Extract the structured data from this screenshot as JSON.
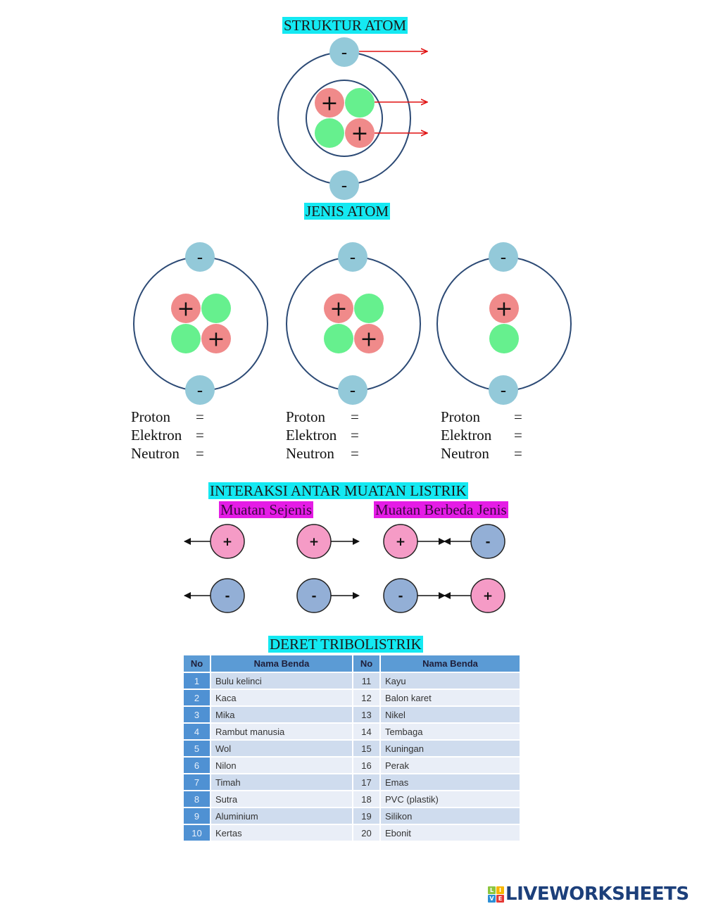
{
  "sections": {
    "structure_title": "STRUKTUR ATOM",
    "types_title": "JENIS ATOM",
    "interaction_title": "INTERAKSI ANTAR MUATAN LISTRIK",
    "same_charge_label": "Muatan Sejenis",
    "different_charge_label": "Muatan Berbeda Jenis",
    "tribo_title": "DERET TRIBOLISTRIK"
  },
  "symbols": {
    "plus": "+",
    "minus": "-"
  },
  "structure_atom": {
    "electrons": 2,
    "protons": 2,
    "neutrons": 2,
    "arrows": [
      "electron",
      "neutron",
      "proton"
    ]
  },
  "atom_types": [
    {
      "protons": 2,
      "neutrons": 2,
      "electrons": 2,
      "labels": {
        "proton": "Proton",
        "electron": "Elektron",
        "neutron": "Neutron",
        "equals": "="
      }
    },
    {
      "protons": 2,
      "neutrons": 2,
      "electrons": 2,
      "labels": {
        "proton": "Proton",
        "electron": "Elektron",
        "neutron": "Neutron",
        "equals": "="
      }
    },
    {
      "protons": 1,
      "neutrons": 1,
      "electrons": 2,
      "labels": {
        "proton": "Proton",
        "electron": "Elektron",
        "neutron": "Neutron",
        "equals": "="
      }
    }
  ],
  "interactions": {
    "same": [
      [
        "+",
        "+"
      ],
      [
        "-",
        "-"
      ]
    ],
    "different": [
      [
        "+",
        "-"
      ],
      [
        "-",
        "+"
      ]
    ]
  },
  "tribo_table": {
    "headers": [
      "No",
      "Nama Benda",
      "No",
      "Nama Benda"
    ],
    "rows": [
      [
        "1",
        "Bulu kelinci",
        "11",
        "Kayu"
      ],
      [
        "2",
        "Kaca",
        "12",
        "Balon karet"
      ],
      [
        "3",
        "Mika",
        "13",
        "Nikel"
      ],
      [
        "4",
        "Rambut manusia",
        "14",
        "Tembaga"
      ],
      [
        "5",
        "Wol",
        "15",
        "Kuningan"
      ],
      [
        "6",
        "Nilon",
        "16",
        "Perak"
      ],
      [
        "7",
        "Timah",
        "17",
        "Emas"
      ],
      [
        "8",
        "Sutra",
        "18",
        "PVC (plastik)"
      ],
      [
        "9",
        "Aluminium",
        "19",
        "Silikon"
      ],
      [
        "10",
        "Kertas",
        "20",
        "Ebonit"
      ]
    ]
  },
  "logo": {
    "text": "LIVEWORKSHEETS",
    "tiles": [
      "L",
      "I",
      "V",
      "E"
    ]
  },
  "colors": {
    "title_highlight": "#14e9f2",
    "subtitle_highlight": "#e51ce6",
    "electron": "#93c9d9",
    "proton": "#f08a8a",
    "neutron": "#66f08e",
    "orbit": "#2c4a75",
    "arrow": "#e01010",
    "positive_charge": "#f59bc6",
    "negative_charge": "#93afd6",
    "table_header": "#5b9bd5",
    "logo": "#1c3f7a"
  }
}
